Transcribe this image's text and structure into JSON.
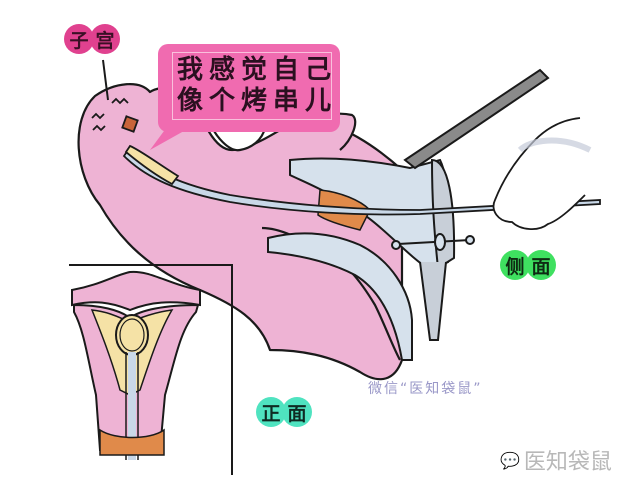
{
  "labels": {
    "uterus": {
      "chars": [
        "子",
        "宫"
      ],
      "color": "#e0418f"
    },
    "speech_bubble": {
      "lines": [
        "我感觉自己",
        "像个烤串儿"
      ],
      "color": "#f06bb0"
    },
    "side_view": {
      "chars": [
        "侧",
        "面"
      ],
      "color": "#3fe060"
    },
    "front_view": {
      "chars": [
        "正",
        "面"
      ],
      "color": "#4fe3c0"
    }
  },
  "watermarks": {
    "caption": "微信“医知袋鼠”",
    "brand_icon": "wechat-icon",
    "brand_name": "医知袋鼠"
  },
  "colors": {
    "tissue_pink": "#eeb3d4",
    "tissue_dark": "#e8a0c6",
    "speculum_blue": "#d6e1ec",
    "cervix_orange": "#e08a4a",
    "endometrium_yellow": "#f5e2a6",
    "tool_gray": "#8a8a8a",
    "outline": "#1a1a1a"
  }
}
